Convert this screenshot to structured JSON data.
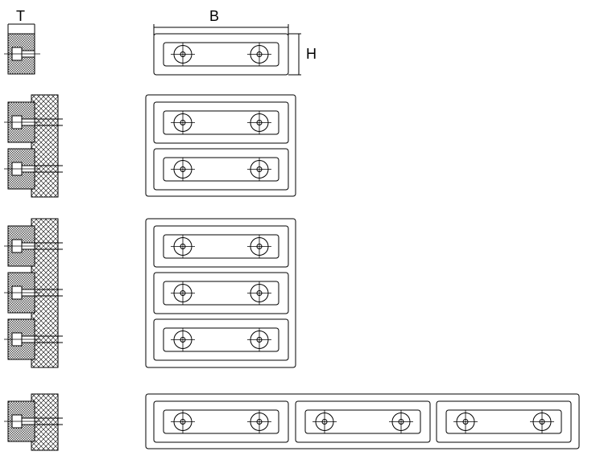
{
  "labels": {
    "thickness": "T",
    "width": "B",
    "height": "H"
  },
  "colors": {
    "stroke": "#000000",
    "hatch_dense": "#555555",
    "hatch_cross": "#000000",
    "background": "#ffffff"
  },
  "rows": [
    {
      "name": "single-bar",
      "bars_vertical": 1,
      "bars_horizontal": 1
    },
    {
      "name": "double-bar",
      "bars_vertical": 2,
      "bars_horizontal": 1
    },
    {
      "name": "triple-bar",
      "bars_vertical": 3,
      "bars_horizontal": 1
    },
    {
      "name": "triple-horizontal",
      "bars_vertical": 1,
      "bars_horizontal": 3
    }
  ]
}
